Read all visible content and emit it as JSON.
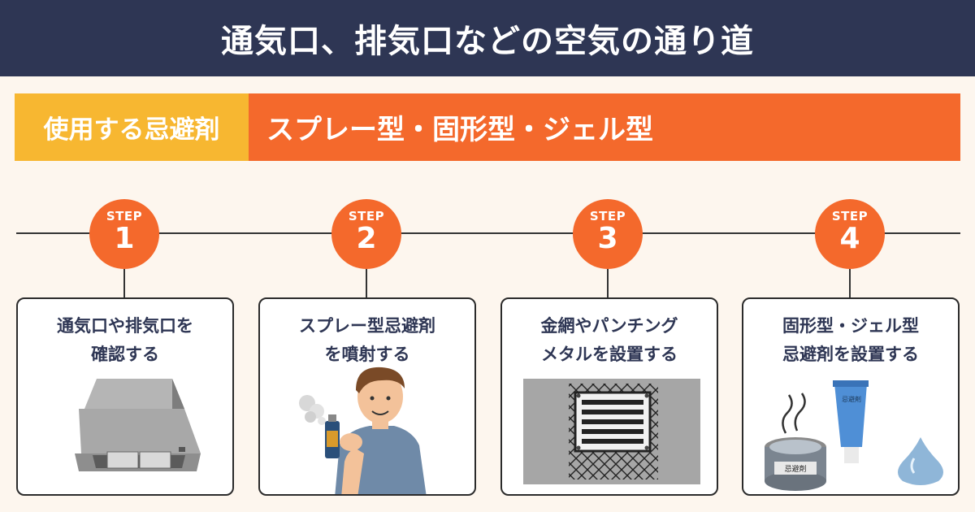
{
  "header": {
    "title": "通気口、排気口などの空気の通り道"
  },
  "repellent": {
    "label": "使用する忌避剤",
    "value": "スプレー型・固形型・ジェル型"
  },
  "steps": [
    {
      "word": "STEP",
      "number": "1",
      "line1": "通気口や排気口を",
      "line2": "確認する"
    },
    {
      "word": "STEP",
      "number": "2",
      "line1": "スプレー型忌避剤",
      "line2": "を噴射する"
    },
    {
      "word": "STEP",
      "number": "3",
      "line1": "金網やパンチング",
      "line2": "メタルを設置する"
    },
    {
      "word": "STEP",
      "number": "4",
      "line1": "固形型・ジェル型",
      "line2": "忌避剤を設置する"
    }
  ],
  "illustrations": {
    "step1": "range-hood-illustration",
    "step2": "man-spraying-illustration",
    "step3": "wire-mesh-vent-illustration",
    "step4": "solid-gel-repellent-illustration",
    "can_label": "忌避剤",
    "tube_label": "忌避剤"
  },
  "colors": {
    "header_bg": "#2e3654",
    "label_bg": "#f7b731",
    "accent_orange": "#f4692c",
    "page_bg": "#fdf6ee",
    "title_text": "#2e3654"
  }
}
